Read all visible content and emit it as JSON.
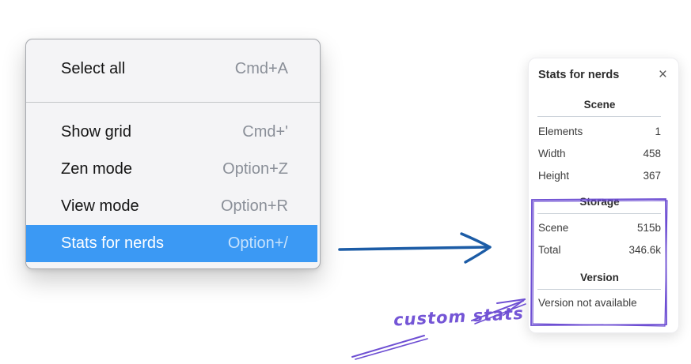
{
  "colors": {
    "menu_highlight": "#3b99f4",
    "arrow_blue": "#1c5ca6",
    "annotation_purple": "#6e4fd3"
  },
  "menu": {
    "sections": [
      {
        "items": [
          {
            "label": "Select all",
            "shortcut": "Cmd+A"
          }
        ]
      },
      {
        "items": [
          {
            "label": "Show grid",
            "shortcut": "Cmd+'"
          },
          {
            "label": "Zen mode",
            "shortcut": "Option+Z"
          },
          {
            "label": "View mode",
            "shortcut": "Option+R"
          },
          {
            "label": "Stats for nerds",
            "shortcut": "Option+/"
          }
        ]
      }
    ]
  },
  "stats_panel": {
    "title": "Stats for nerds",
    "close_glyph": "×",
    "scene_section": {
      "heading": "Scene",
      "rows": [
        {
          "label": "Elements",
          "value": "1"
        },
        {
          "label": "Width",
          "value": "458"
        },
        {
          "label": "Height",
          "value": "367"
        }
      ]
    },
    "storage_section": {
      "heading": "Storage",
      "rows": [
        {
          "label": "Scene",
          "value": "515b"
        },
        {
          "label": "Total",
          "value": "346.6k"
        }
      ]
    },
    "version_section": {
      "heading": "Version",
      "note": "Version not available"
    }
  },
  "annotation": {
    "label": "custom stats"
  }
}
